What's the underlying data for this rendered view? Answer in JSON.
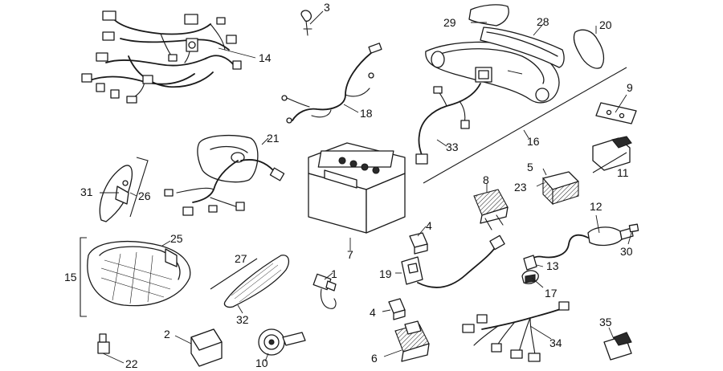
{
  "part_numbers": {
    "p1": "1",
    "p2": "2",
    "p3": "3",
    "p4a": "4",
    "p4b": "4",
    "p5": "5",
    "p6": "6",
    "p7": "7",
    "p8": "8",
    "p9": "9",
    "p10": "10",
    "p11": "11",
    "p12": "12",
    "p13": "13",
    "p14": "14",
    "p15": "15",
    "p16": "16",
    "p17": "17",
    "p18": "18",
    "p19": "19",
    "p20": "20",
    "p21": "21",
    "p22": "22",
    "p23": "23",
    "p25": "25",
    "p26": "26",
    "p27": "27",
    "p28": "28",
    "p29": "29",
    "p30": "30",
    "p31": "31",
    "p32": "32",
    "p33": "33",
    "p34": "34",
    "p35": "35"
  }
}
